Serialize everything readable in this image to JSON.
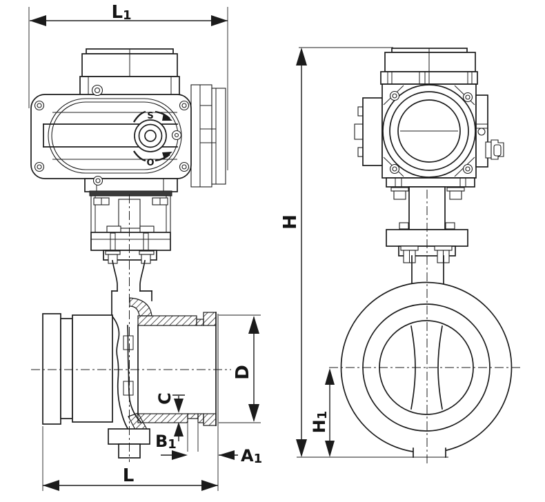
{
  "drawing": {
    "type": "technical-dimension-drawing",
    "subject": "electric actuator butterfly valve, two orthographic views",
    "background_color": "#ffffff",
    "line_color": "#1b1b1b"
  },
  "dimensions": {
    "L1": {
      "main": "L",
      "sub": "1"
    },
    "L": {
      "main": "L",
      "sub": ""
    },
    "D": {
      "main": "D",
      "sub": ""
    },
    "C": {
      "main": "C",
      "sub": ""
    },
    "B1": {
      "main": "B",
      "sub": "1"
    },
    "A1": {
      "main": "A",
      "sub": "1"
    },
    "H": {
      "main": "H",
      "sub": ""
    },
    "H1": {
      "main": "H",
      "sub": "1"
    }
  },
  "indicator": {
    "shut": "S",
    "open": "O"
  }
}
